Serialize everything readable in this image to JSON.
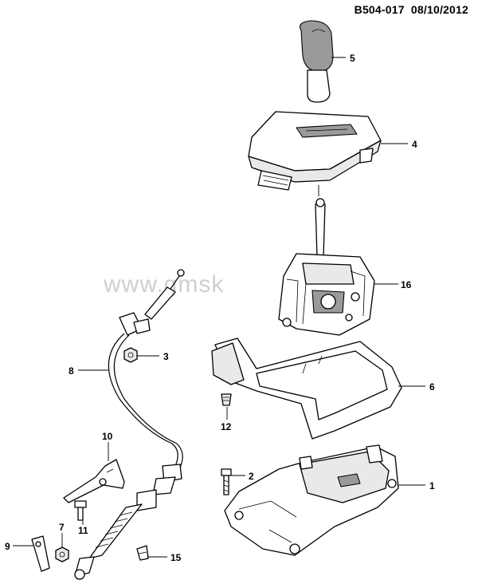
{
  "header": {
    "code": "B504-017",
    "date": "08/10/2012"
  },
  "watermark": "www.gmsk",
  "callouts": [
    {
      "id": "5",
      "part": "shift-knob"
    },
    {
      "id": "4",
      "part": "shift-console-cover"
    },
    {
      "id": "16",
      "part": "shifter-assembly"
    },
    {
      "id": "3",
      "part": "nut"
    },
    {
      "id": "8",
      "part": "shift-cable"
    },
    {
      "id": "6",
      "part": "console-trim-bezel"
    },
    {
      "id": "12",
      "part": "clip"
    },
    {
      "id": "10",
      "part": "cable-bracket"
    },
    {
      "id": "2",
      "part": "bolt"
    },
    {
      "id": "1",
      "part": "shifter-base"
    },
    {
      "id": "7",
      "part": "nut"
    },
    {
      "id": "11",
      "part": "bolt"
    },
    {
      "id": "9",
      "part": "cable-end-lever"
    },
    {
      "id": "15",
      "part": "retaining-clip"
    }
  ]
}
